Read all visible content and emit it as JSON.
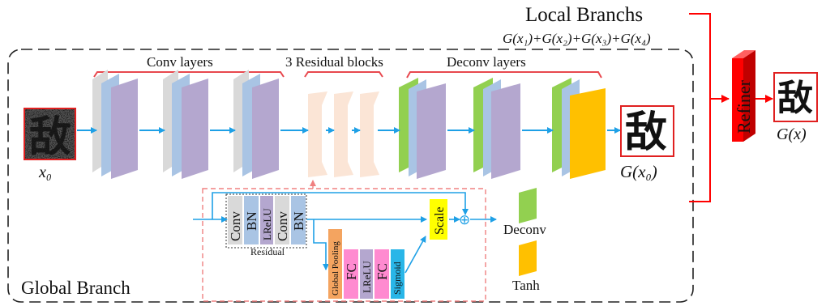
{
  "labels": {
    "local_branchs": "Local Branchs",
    "local_formula": "G(x₁)+G(x₂)+G(x₃)+G(x₄)",
    "conv_layers": "Conv  layers",
    "residual_blocks": "3 Residual blocks",
    "deconv_layers": "Deconv layers",
    "input_var": "x₀",
    "output_var": "G(x₀)",
    "final_output": "G(x)",
    "refiner": "Refiner",
    "global_branch": "Global Branch",
    "legend_deconv": "Deconv",
    "legend_tanh": "Tanh",
    "residual_caption": "Residual",
    "input_char": "敌",
    "output_char": "敌",
    "final_char": "敌"
  },
  "residual_block": {
    "layers": [
      "Conv",
      "BN",
      "LReLU",
      "Conv",
      "BN"
    ],
    "se_layers": [
      "Global Pooling",
      "FC",
      "LReLU",
      "FC",
      "Sigmoid"
    ],
    "scale": "Scale",
    "add_symbol": "⊕"
  },
  "colors": {
    "conv_gray": "#d9d9d9",
    "conv_blue": "#a9c4e4",
    "conv_purple": "#b4a7cf",
    "deconv_green": "#92d050",
    "tanh_yellow": "#ffc000",
    "residual_peach": "#fbe5d6",
    "arrow_blue": "#1ea0e6",
    "bracket_red": "#e8484e",
    "refiner_red": "#ff0000",
    "pool_orange": "#f4a460",
    "fc_pink": "#ff8ad0",
    "lrelu_purple": "#b4a7cf",
    "sigmoid_cyan": "#29b6e8",
    "scale_yellow": "#ffff00"
  }
}
